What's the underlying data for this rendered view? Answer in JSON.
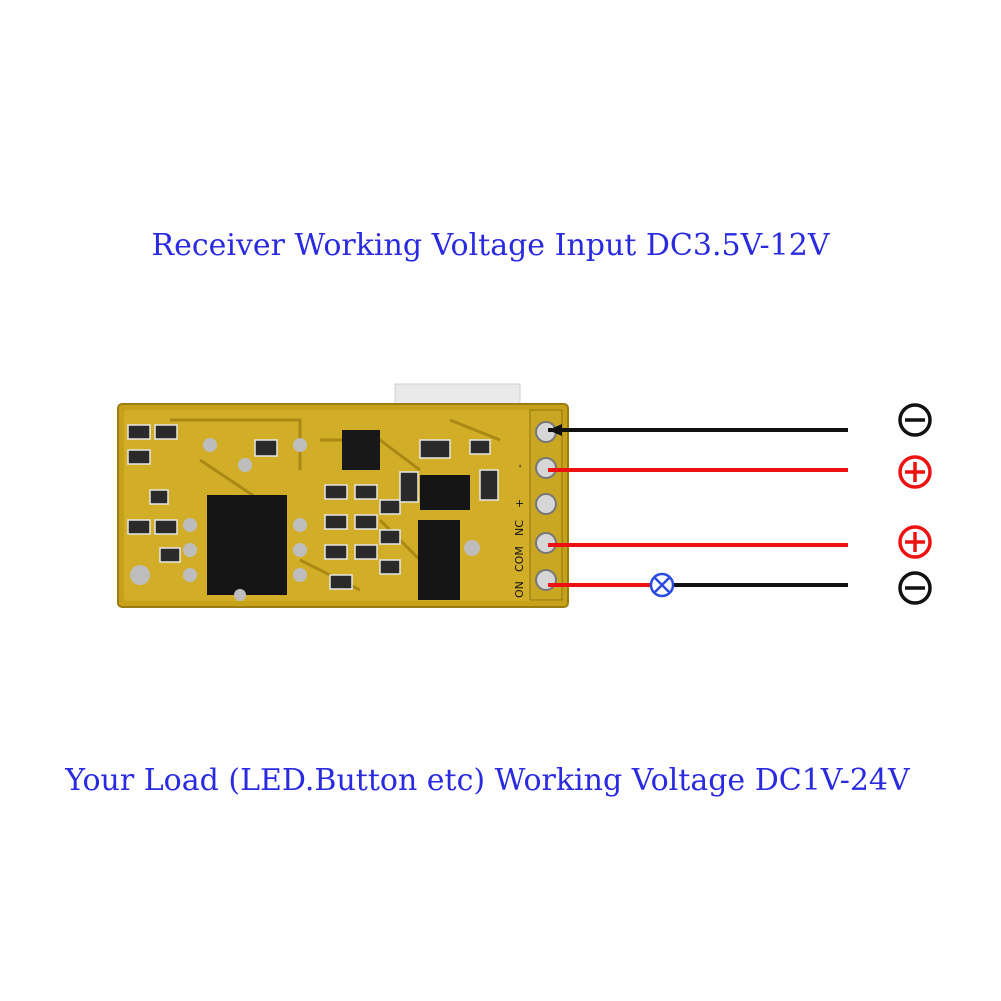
{
  "captions": {
    "top": "Receiver Working Voltage Input DC3.5V-12V",
    "bottom": "Your Load (LED.Button etc) Working Voltage DC1V-24V"
  },
  "terminals": [
    "ON",
    "COM",
    "NC",
    "+",
    "-"
  ],
  "wires": [
    {
      "role": "input",
      "polarity": "negative",
      "color": "#111111"
    },
    {
      "role": "input",
      "polarity": "positive",
      "color": "#ee1111"
    },
    {
      "role": "load",
      "polarity": "positive",
      "color": "#ee1111"
    },
    {
      "role": "load",
      "polarity": "negative",
      "color": "#111111"
    }
  ],
  "colors": {
    "caption": "#2a2ae0",
    "pcb": "#c6a21a",
    "positive_symbol": "#ee1111",
    "negative_symbol": "#111111",
    "lamp": "#2a4ae0"
  },
  "icons": [
    "negative-symbol-icon",
    "positive-symbol-icon",
    "lamp-icon"
  ]
}
